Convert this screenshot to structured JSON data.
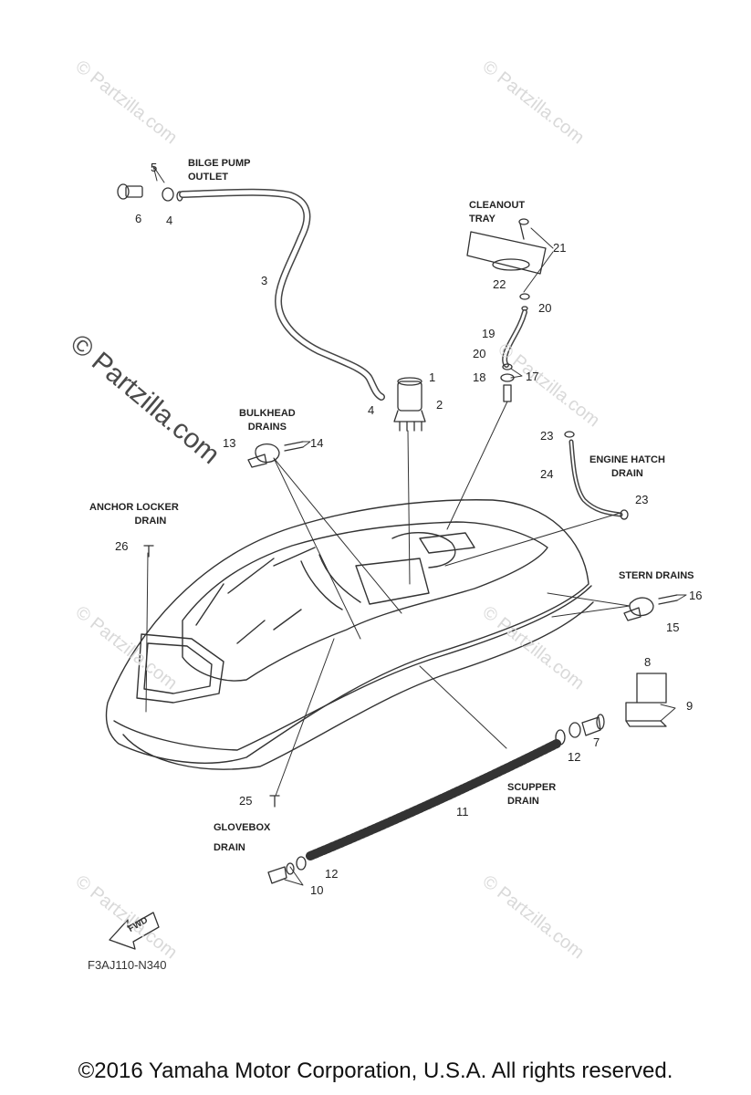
{
  "watermarks": {
    "small": "© Partzilla.com",
    "large": "© Partzilla.com"
  },
  "labels": {
    "bilge_pump_outlet": [
      "BILGE PUMP",
      "OUTLET"
    ],
    "cleanout_tray": [
      "CLEANOUT",
      "TRAY"
    ],
    "bulkhead_drains": [
      "BULKHEAD",
      "DRAINS"
    ],
    "engine_hatch_drain": [
      "ENGINE HATCH",
      "DRAIN"
    ],
    "anchor_locker_drain": [
      "ANCHOR LOCKER",
      "DRAIN"
    ],
    "stern_drains": [
      "STERN DRAINS"
    ],
    "scupper_drain": [
      "SCUPPER",
      "DRAIN"
    ],
    "glovebox_drain": [
      "GLOVEBOX",
      "DRAIN"
    ]
  },
  "callouts": [
    "1",
    "2",
    "3",
    "4",
    "4",
    "5",
    "6",
    "7",
    "8",
    "9",
    "10",
    "11",
    "12",
    "12",
    "13",
    "14",
    "15",
    "16",
    "17",
    "18",
    "19",
    "20",
    "20",
    "21",
    "22",
    "23",
    "23",
    "24",
    "25",
    "26"
  ],
  "fwd_label": "FWD",
  "diagram_code": "F3AJ110-N340",
  "copyright": "©2016 Yamaha Motor Corporation, U.S.A. All rights reserved."
}
